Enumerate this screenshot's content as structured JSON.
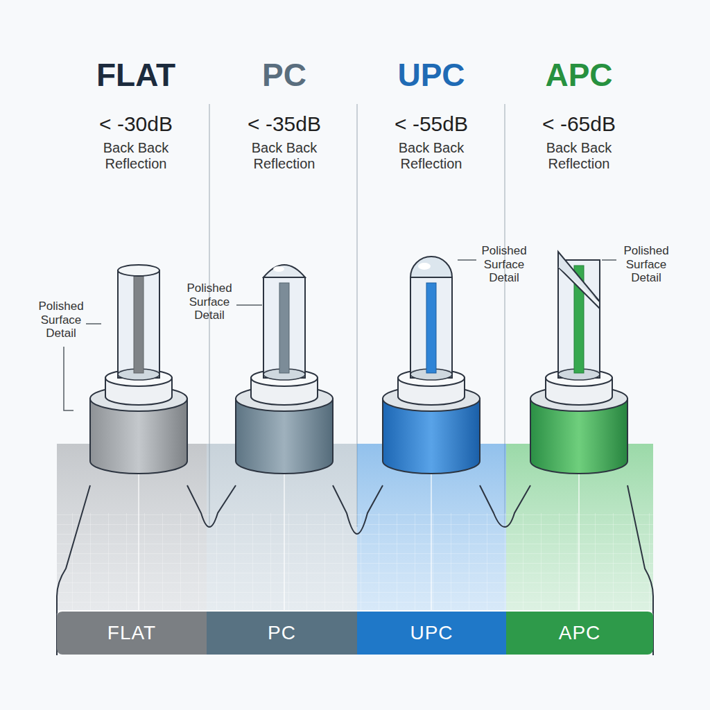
{
  "diagram": {
    "nodes": [
      {
        "text": [
          "FLAT"
        ]
      },
      {
        "text": [
          "PC"
        ]
      },
      {
        "text": [
          "UPC"
        ]
      },
      {
        "text": [
          "APC"
        ]
      }
    ],
    "labels": [
      "FLAT",
      "< -30dB",
      "Back Back Reflection",
      "PC",
      "< -35dB",
      "Back Back Reflection",
      "UPC",
      "< -55dB",
      "Back Back Reflection",
      "APC",
      "< -65dB",
      "Back Back Reflection",
      "Polished Surface Detail",
      "Polished Surface Detail",
      "Polished Surface Detail",
      "Polished Surface Detail"
    ]
  }
}
